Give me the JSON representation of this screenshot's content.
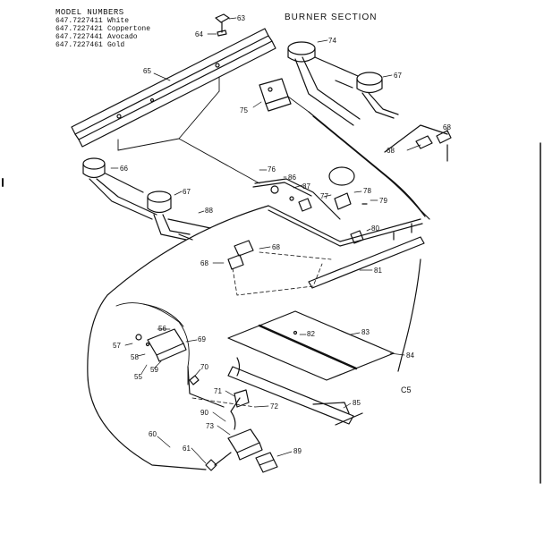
{
  "header": {
    "models_title": "MODEL NUMBERS",
    "models": [
      {
        "number": "647.7227411",
        "color": "White"
      },
      {
        "number": "647.7227421",
        "color": "Coppertone"
      },
      {
        "number": "647.7227441",
        "color": "Avocado"
      },
      {
        "number": "647.7227461",
        "color": "Gold"
      }
    ],
    "section_title": "BURNER SECTION",
    "corner_mark": "C5"
  },
  "parts": [
    {
      "id": "p63",
      "label": "63"
    },
    {
      "id": "p64",
      "label": "64"
    },
    {
      "id": "p65",
      "label": "65"
    },
    {
      "id": "p74",
      "label": "74"
    },
    {
      "id": "p67a",
      "label": "67"
    },
    {
      "id": "p75",
      "label": "75"
    },
    {
      "id": "p68a",
      "label": "68"
    },
    {
      "id": "p68b",
      "label": "68"
    },
    {
      "id": "p66",
      "label": "66"
    },
    {
      "id": "p76",
      "label": "76"
    },
    {
      "id": "p86",
      "label": "86"
    },
    {
      "id": "p87",
      "label": "87"
    },
    {
      "id": "p78",
      "label": "78"
    },
    {
      "id": "p77",
      "label": "77"
    },
    {
      "id": "p79",
      "label": "79"
    },
    {
      "id": "p67b",
      "label": "67"
    },
    {
      "id": "p88",
      "label": "88"
    },
    {
      "id": "p80",
      "label": "80"
    },
    {
      "id": "p68c",
      "label": "68"
    },
    {
      "id": "p68d",
      "label": "68"
    },
    {
      "id": "p81",
      "label": "81"
    },
    {
      "id": "p82",
      "label": "82"
    },
    {
      "id": "p83",
      "label": "83"
    },
    {
      "id": "p84",
      "label": "84"
    },
    {
      "id": "p57",
      "label": "57"
    },
    {
      "id": "p56",
      "label": "56"
    },
    {
      "id": "p69",
      "label": "69"
    },
    {
      "id": "p58",
      "label": "58"
    },
    {
      "id": "p59",
      "label": "59"
    },
    {
      "id": "p55",
      "label": "55"
    },
    {
      "id": "p70",
      "label": "70"
    },
    {
      "id": "p71",
      "label": "71"
    },
    {
      "id": "p72",
      "label": "72"
    },
    {
      "id": "p85",
      "label": "85"
    },
    {
      "id": "p90",
      "label": "90"
    },
    {
      "id": "p73",
      "label": "73"
    },
    {
      "id": "p60",
      "label": "60"
    },
    {
      "id": "p61",
      "label": "61"
    },
    {
      "id": "p89",
      "label": "89"
    }
  ]
}
